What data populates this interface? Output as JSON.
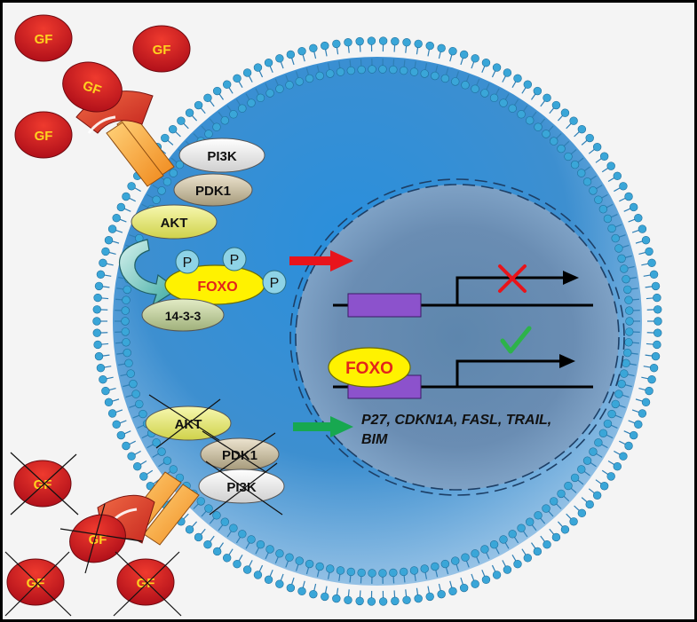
{
  "ligand_label": "GF",
  "active_pathway": {
    "kinases": [
      "PI3K",
      "PDK1",
      "AKT"
    ],
    "phospho_label": "P",
    "foxo_label": "FOXO",
    "chaperone_label": "14-3-3"
  },
  "inactive_pathway": {
    "kinases": [
      "AKT",
      "PDK1",
      "PI3K"
    ]
  },
  "nucleus": {
    "foxo_label": "FOXO",
    "target_genes_line1": "P27, CDKN1A, FASL, TRAIL,",
    "target_genes_line2": "BIM"
  },
  "colors": {
    "cell_fill": "#2f8fd8",
    "membrane_head": "#3aa6d8",
    "gf_red": "#d8191e",
    "gf_text": "#ffd21f",
    "foxo_yellow": "#fff200",
    "foxo_text": "#e3241b",
    "phospho": "#8ed3e6",
    "gene_box": "#8c52cc",
    "arrow_red": "#e8141b",
    "arrow_green": "#17a850",
    "check_green": "#2db34a"
  },
  "icons": [
    "cross-mark-icon",
    "check-mark-icon",
    "curved-arrow-icon",
    "red-arrow-icon",
    "green-arrow-icon"
  ]
}
